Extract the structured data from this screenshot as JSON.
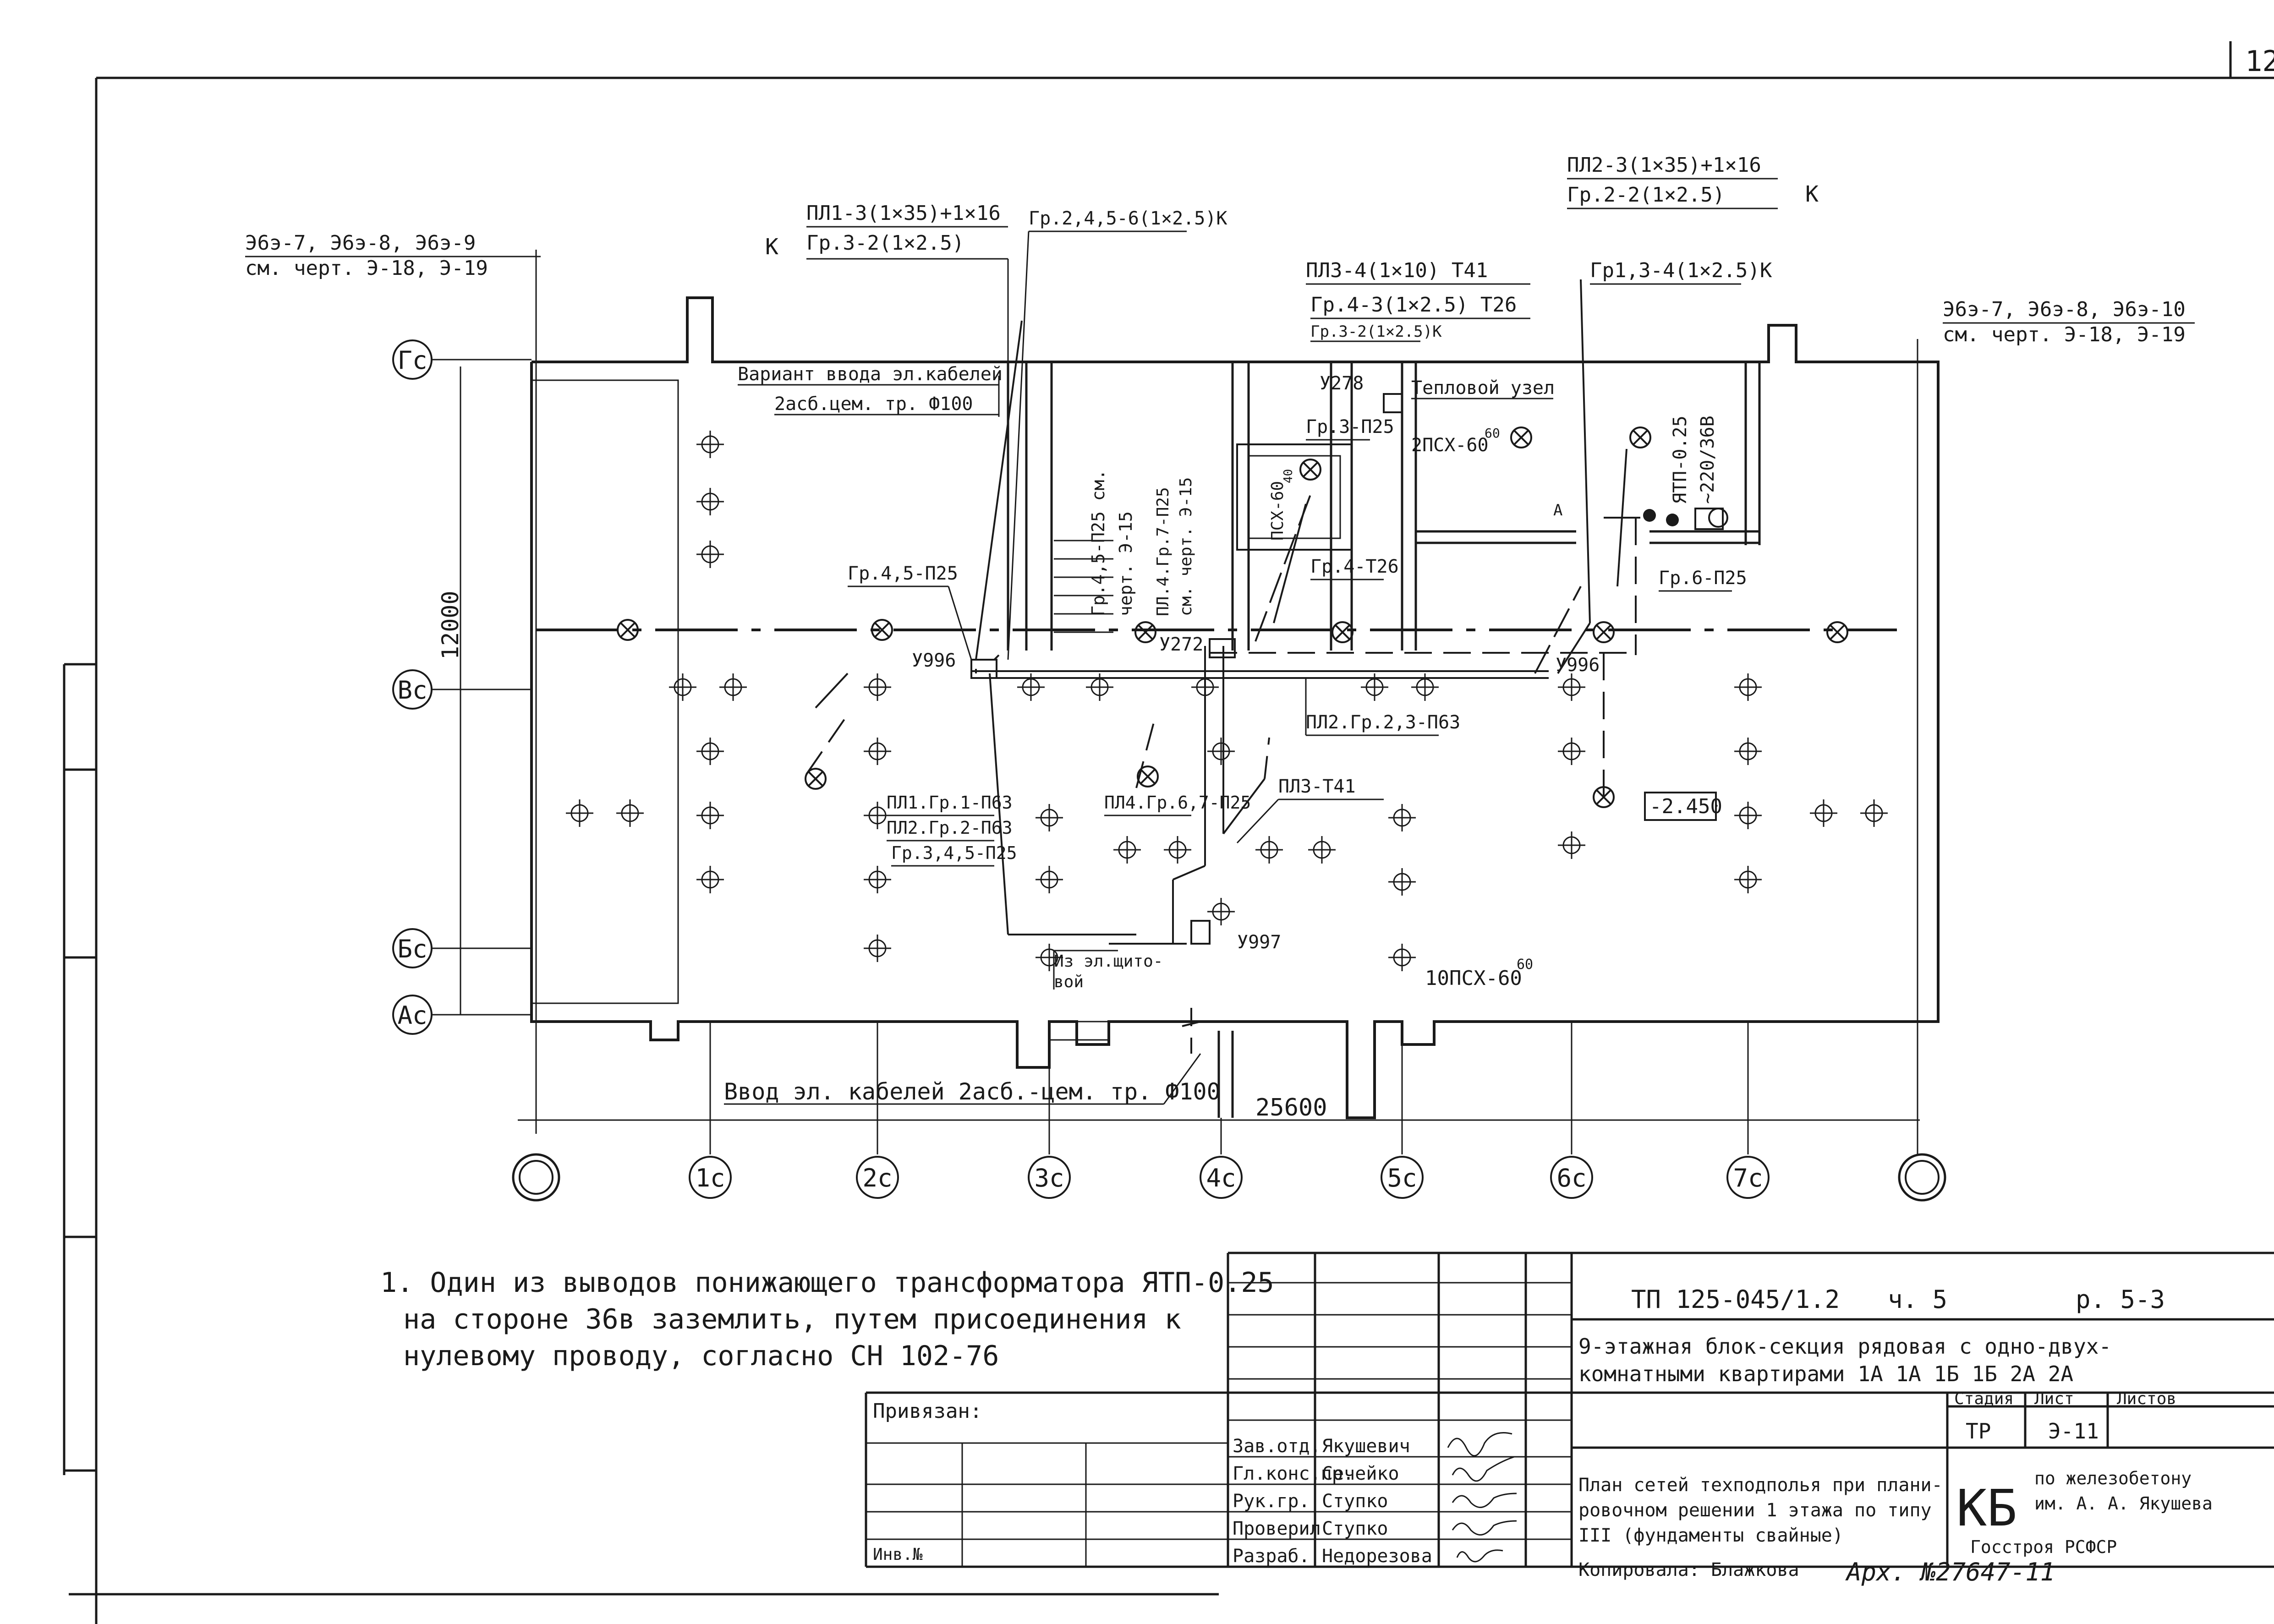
{
  "sheet_number": "12",
  "refs": {
    "left_1": "Э6э-7, Э6э-8, Э6э-9",
    "left_2": "см. черт. Э-18, Э-19",
    "right_1": "Э6э-7, Э6э-8, Э6э-10",
    "right_2": "см. черт. Э-18, Э-19"
  },
  "labels": {
    "pl1_top": "ПЛ1-3(1×35)+1×16",
    "pl1_bottom": "Гр.3-2(1×2.5)",
    "k": "К",
    "gr_245": "Гр.2,4,5-6(1×2.5)К",
    "pl2_top": "ПЛ2-3(1×35)+1×16",
    "pl2_bottom": "Гр.2-2(1×2.5)",
    "pl3_1": "ПЛ3-4(1×10) Т41",
    "pl3_2": "Гр.4-3(1×2.5) Т26",
    "pl3_3": "Гр.3-2(1×2.5)К",
    "gr_134": "Гр1,3-4(1×2.5)К",
    "variant_1": "Вариант ввода эл.кабелей",
    "variant_2": "2асб.цем. тр. Ф100",
    "u278": "У278",
    "heat_node": "Тепловой узел",
    "gr3_p25": "Гр.3-П25",
    "psx_top": "2ПСХ-60",
    "psx_top_sup": "60",
    "vert_1": "Гр.4,5-П25 см.",
    "vert_2": "черт. Э-15",
    "vert_3": "ПЛ.4.Гр.7-П25",
    "vert_4": "см. черт. Э-15",
    "psx_box": "ПСХ-60",
    "psx_box_sup": "40",
    "gr4_t26": "Гр.4-Т26",
    "ytp_1": "ЯТП-0.25",
    "ytp_2": "~220/36В",
    "a_mark": "А",
    "gr6_p25": "Гр.6-П25",
    "gr45_p25": "Гр.4,5-П25",
    "u996_left": "У996",
    "u272": "У272",
    "u996_right": "У996",
    "pl2_gr23": "ПЛ2.Гр.2,3-П63",
    "pl1_gr1": "ПЛ1.Гр.1-П63",
    "pl2_gr2": "ПЛ2.Гр.2-П63",
    "gr_345": "Гр.3,4,5-П25",
    "pl4_gr67": "ПЛ4.Гр.6,7-П25",
    "pl3_t41": "ПЛ3-Т41",
    "level": "-2.450",
    "u997": "У997",
    "shield_1": "Из эл.щито-",
    "shield_2": "вой",
    "psx_bottom": "10ПСХ-60",
    "psx_bottom_sup": "60",
    "entry": "Ввод эл. кабелей 2асб.-цем. тр. Ф100",
    "dim_height": "12000",
    "dim_width": "25600"
  },
  "axes": {
    "rows": [
      "Гс",
      "Вс",
      "Бс",
      "Ас"
    ],
    "columns": [
      "",
      "1с",
      "2с",
      "3с",
      "4с",
      "5с",
      "6с",
      "7с",
      ""
    ]
  },
  "note": {
    "line1": "1. Один из выводов понижающего трансформатора ЯТП-0.25",
    "line2": "на стороне 36в заземлить, путем присоединения к",
    "line3": "нулевому проводу, согласно СН 102-76"
  },
  "title_block": {
    "privyazan": "Привязан:",
    "inv_no": "Инв.№",
    "doc_code": "ТП 125-045/1.2",
    "part": "ч. 5",
    "section": "р. 5-3",
    "project_1": "9-этажная блок-секция рядовая с одно-двух-",
    "project_2": "комнатными квартирами 1А 1А 1Б 1Б 2А 2А",
    "sheet_title_1": "План сетей техподполья при плани-",
    "sheet_title_2": "ровочном решении 1 этажа по типу",
    "sheet_title_3": "III (фундаменты свайные)",
    "org_1": "КБ",
    "org_2": "по железобетону",
    "org_3": "им. А. А. Якушева",
    "org_4": "Госстроя РСФСР",
    "stage_h": "Стадия",
    "sheet_h": "Лист",
    "sheets_h": "Листов",
    "stage": "ТР",
    "sheet": "Э-11",
    "sheets": "",
    "people": [
      {
        "role": "Зав.отд.",
        "name": "Якушевич"
      },
      {
        "role": "Гл.конс.пр.",
        "name": "Сечейко"
      },
      {
        "role": "Рук.гр.",
        "name": "Ступко"
      },
      {
        "role": "Проверил",
        "name": "Ступко"
      },
      {
        "role": "Разраб.",
        "name": "Недорезова"
      }
    ],
    "copied": "Копировала: Блажкова",
    "archive": "Арх. №27647-11"
  }
}
